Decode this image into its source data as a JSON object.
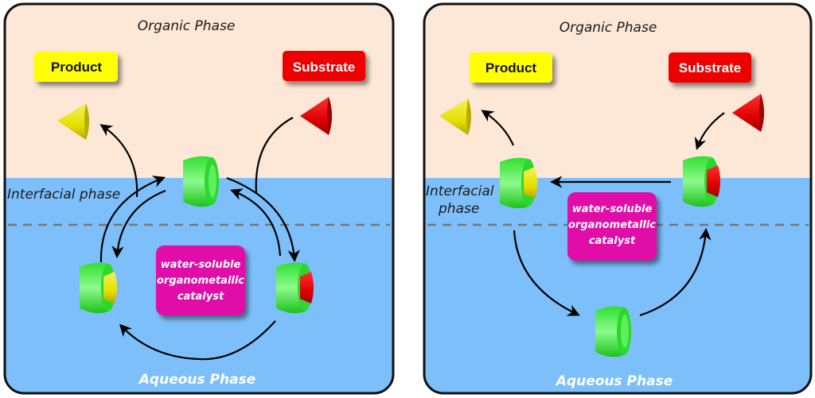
{
  "colors": {
    "organic": "#fde8d8",
    "aqueous": "#7dbffb",
    "product": "#ffff00",
    "substrate": "#ee0000",
    "catalyst_box": "#e010a8",
    "catalyst_ring": "#22dd22"
  },
  "panels": [
    {
      "organic_label": "Organic Phase",
      "interfacial_label": "Interfacial phase",
      "aqueous_label": "Aqueous Phase",
      "product_label": "Product",
      "substrate_label": "Substrate",
      "catalyst_lines": [
        "water-soluble",
        "organometallic",
        "catalyst"
      ]
    },
    {
      "organic_label": "Organic Phase",
      "interfacial_label_lines": [
        "Interfacial",
        "phase"
      ],
      "aqueous_label": "Aqueous Phase",
      "product_label": "Product",
      "substrate_label": "Substrate",
      "catalyst_lines": [
        "water-soluble",
        "organometallic",
        "catalyst"
      ]
    }
  ]
}
